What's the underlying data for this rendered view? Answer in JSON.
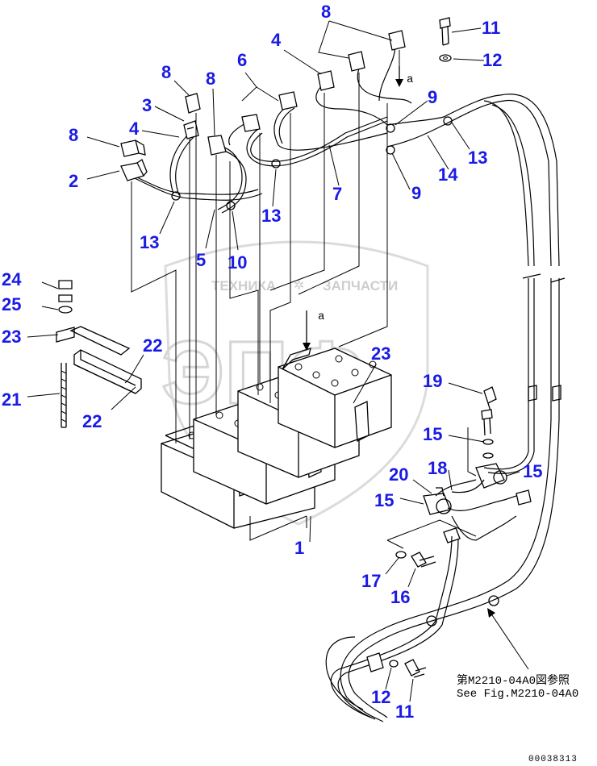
{
  "watermark": {
    "brand": "ТЕХНИКА",
    "brand2": "ЗАПЧАСТИ",
    "logo": "ЭПФ"
  },
  "callouts": {
    "c1": "1",
    "c2": "2",
    "c3": "3",
    "c4a": "4",
    "c4b": "4",
    "c5": "5",
    "c6": "6",
    "c7": "7",
    "c8a": "8",
    "c8b": "8",
    "c8c": "8",
    "c8d": "8",
    "c9a": "9",
    "c9b": "9",
    "c10": "10",
    "c11a": "11",
    "c11b": "11",
    "c12a": "12",
    "c12b": "12",
    "c13a": "13",
    "c13b": "13",
    "c13c": "13",
    "c14": "14",
    "c15a": "15",
    "c15b": "15",
    "c15c": "15",
    "c16": "16",
    "c17": "17",
    "c18": "18",
    "c19": "19",
    "c20": "20",
    "c21": "21",
    "c22a": "22",
    "c22b": "22",
    "c23a": "23",
    "c23b": "23",
    "c24": "24",
    "c25": "25"
  },
  "view_marks": {
    "a_top": "a",
    "a_mid": "a"
  },
  "reference": {
    "jp": "第M2210-04A0図参照",
    "en": "See Fig.M2210-04A0"
  },
  "drawing_code": "00038313"
}
